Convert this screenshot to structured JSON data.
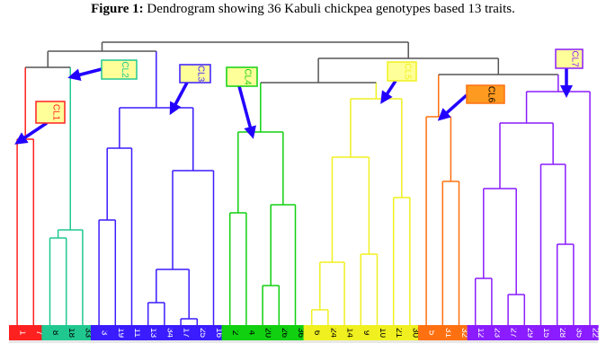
{
  "title": {
    "prefix": "Figure 1:",
    "text": " Dendrogram showing 36 Kabuli chickpea genotypes based 13 traits."
  },
  "link_color": "#555555",
  "arrow_color": "#2200ff",
  "clusters": [
    {
      "name": "CL1",
      "color": "#ff2020",
      "label_text_color": "#ffffff",
      "box_fill": "#ffff99",
      "leaves": [
        "1",
        "7"
      ]
    },
    {
      "name": "CL2",
      "color": "#20c890",
      "label_text_color": "#000000",
      "box_fill": "#ffff99",
      "leaves": [
        "8",
        "18",
        "33"
      ]
    },
    {
      "name": "CL3",
      "color": "#3a1cff",
      "label_text_color": "#ffffff",
      "box_fill": "#ffff99",
      "leaves": [
        "3",
        "19",
        "11",
        "13",
        "34",
        "17",
        "25",
        "16"
      ]
    },
    {
      "name": "CL4",
      "color": "#10d010",
      "label_text_color": "#000000",
      "box_fill": "#ffff99",
      "leaves": [
        "2",
        "4",
        "20",
        "26",
        "36"
      ]
    },
    {
      "name": "CL5",
      "color": "#f0f020",
      "label_text_color": "#000000",
      "box_fill": "#ffff99",
      "leaves": [
        "6",
        "24",
        "14",
        "9",
        "10",
        "21",
        "30"
      ]
    },
    {
      "name": "CL6",
      "color": "#ff7010",
      "label_text_color": "#ffffff",
      "box_fill": "#ff9a20",
      "leaves": [
        "5",
        "31",
        "32"
      ]
    },
    {
      "name": "CL7",
      "color": "#8a1cff",
      "label_text_color": "#ffffff",
      "box_fill": "#ffff99",
      "leaves": [
        "12",
        "23",
        "27",
        "29",
        "15",
        "28",
        "35",
        "22"
      ]
    }
  ]
}
